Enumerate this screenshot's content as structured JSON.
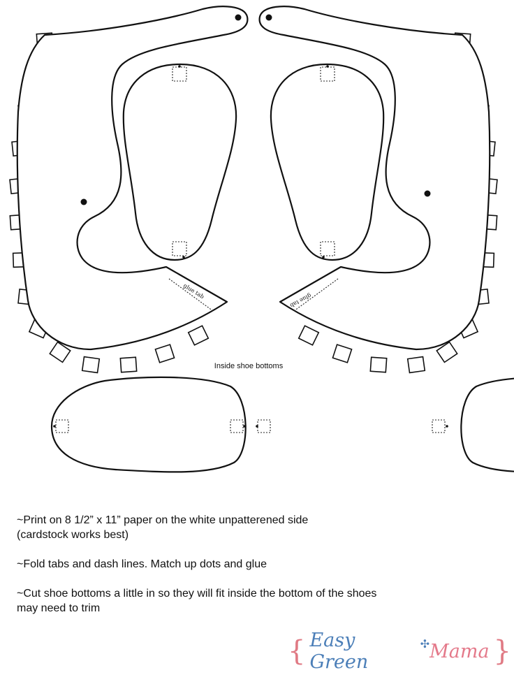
{
  "pattern": {
    "left_glue_tab_label": "glue tab",
    "right_glue_tab_label": "glue tab",
    "inside_bottoms_caption": "Inside shoe bottoms"
  },
  "instructions": [
    "~Print on 8 1/2” x 11” paper on the white unpatterened side\n(cardstock works best)",
    "~Fold tabs and dash lines. Match up dots and glue",
    "~Cut shoe bottoms a little in so they will fit inside the bottom of the shoes\nmay need to trim"
  ],
  "brand": {
    "brace_open": "{",
    "word1": "Easy Green",
    "word2": "Mama",
    "brace_close": "}"
  }
}
